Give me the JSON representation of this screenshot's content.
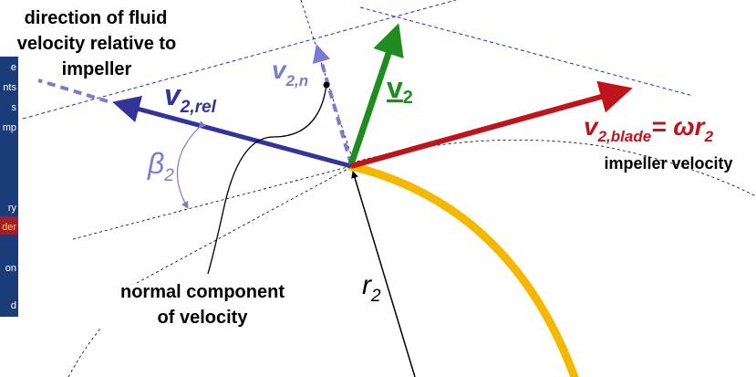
{
  "labels": {
    "rel_direction": [
      "direction of fluid",
      "velocity relative to",
      "impeller"
    ],
    "normal_component": [
      "normal component",
      "of velocity"
    ],
    "impeller_velocity": "impeller velocity",
    "v2_rel_main": "v",
    "v2_rel_sub": "2,rel",
    "v2n_main": "v",
    "v2n_sub": "2,n",
    "v2_main": "v",
    "v2_sub": "2",
    "blade_main": "v",
    "blade_sub": "2,blade",
    "blade_eq": "= ωr",
    "blade_eq_sub": "2",
    "beta_main": "β",
    "beta_sub": "2",
    "r_main": "r",
    "r_sub": "2"
  },
  "sidebar": {
    "items": [
      "e",
      "nts",
      "s",
      "mp",
      "ry",
      "der",
      "on",
      "d"
    ]
  },
  "colors": {
    "relative_velocity": "#33339a",
    "normal_component": "#7b7bd1",
    "absolute_velocity": "#1e8c1e",
    "blade_velocity": "#c0141c",
    "impeller_rim": "#f5b800",
    "sidebar_bg": "#1a3c78",
    "sidebar_highlight": "#a01e28"
  }
}
